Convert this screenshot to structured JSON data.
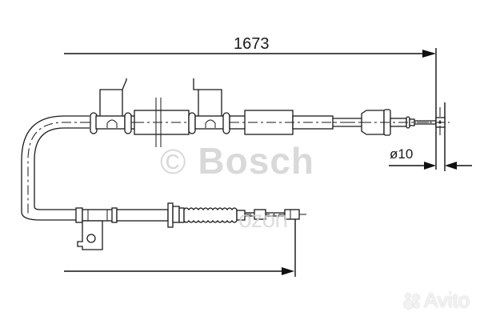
{
  "diagram": {
    "type": "technical-drawing",
    "subject": "parking brake cable",
    "dimensions": {
      "overall_length": "1673",
      "end_fitting_diameter": "ø10"
    },
    "watermarks": {
      "brand_copyright_symbol": "©",
      "brand": "Bosch",
      "marketplace": "Avito",
      "faint_overlay": "ozon"
    },
    "colors": {
      "line": "#1a1a1a",
      "background": "#ffffff",
      "watermark": "#d9d9d9"
    }
  }
}
